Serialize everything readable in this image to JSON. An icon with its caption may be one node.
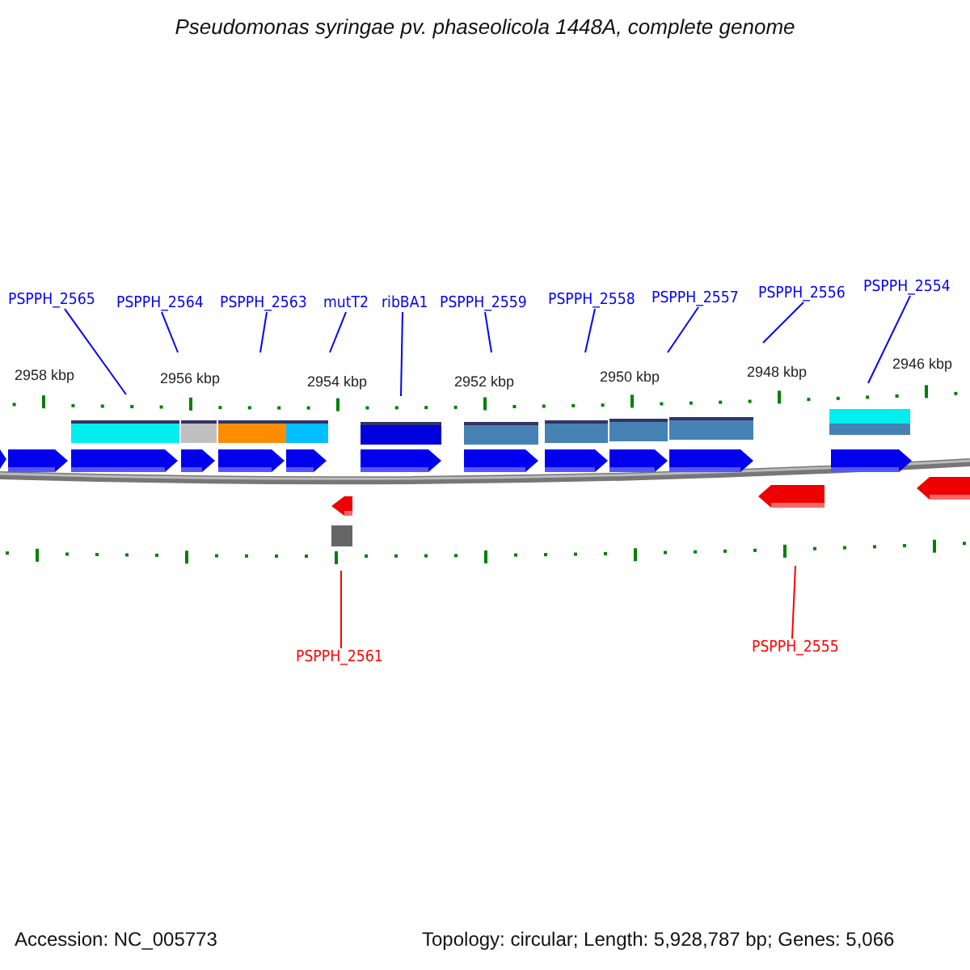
{
  "diagram": {
    "title": "Pseudomonas syringae pv. phaseolicola 1448A, complete genome",
    "nodes": [
      {
        "text": [
          "PSPPH_2565"
        ]
      },
      {
        "text": [
          "PSPPH_2564"
        ]
      },
      {
        "text": [
          "PSPPH_2563"
        ]
      },
      {
        "text": [
          "mutT2"
        ]
      },
      {
        "text": [
          "ribBA1"
        ]
      },
      {
        "text": [
          "PSPPH_2559"
        ]
      },
      {
        "text": [
          "PSPPH_2558"
        ]
      },
      {
        "text": [
          "PSPPH_2557"
        ]
      },
      {
        "text": [
          "PSPPH_2556"
        ]
      },
      {
        "text": [
          "PSPPH_2554"
        ]
      },
      {
        "text": [
          "PSPPH_2561"
        ]
      },
      {
        "text": [
          "PSPPH_2555"
        ]
      }
    ],
    "edges": [
      {
        "from": 0,
        "to": null,
        "arrow": "none"
      },
      {
        "from": 1,
        "to": null,
        "arrow": "none"
      },
      {
        "from": 2,
        "to": null,
        "arrow": "none"
      },
      {
        "from": 3,
        "to": null,
        "arrow": "none"
      },
      {
        "from": 4,
        "to": null,
        "arrow": "none"
      },
      {
        "from": 5,
        "to": null,
        "arrow": "none"
      },
      {
        "from": 6,
        "to": null,
        "arrow": "none"
      },
      {
        "from": 7,
        "to": null,
        "arrow": "none"
      },
      {
        "from": 8,
        "to": null,
        "arrow": "none"
      },
      {
        "from": 9,
        "to": null,
        "arrow": "none"
      },
      {
        "from": 10,
        "to": null,
        "arrow": "none",
        "color": "#ff0000"
      },
      {
        "from": 11,
        "to": null,
        "arrow": "none",
        "color": "#ff0000"
      }
    ],
    "labels": [
      "2958 kbp",
      "2956 kbp",
      "2954 kbp",
      "2952 kbp",
      "2950 kbp",
      "2948 kbp",
      "2946 kbp",
      "Accession: NC_005773",
      "Topology: circular; Length: 5,928,787 bp; Genes: 5,066"
    ]
  }
}
